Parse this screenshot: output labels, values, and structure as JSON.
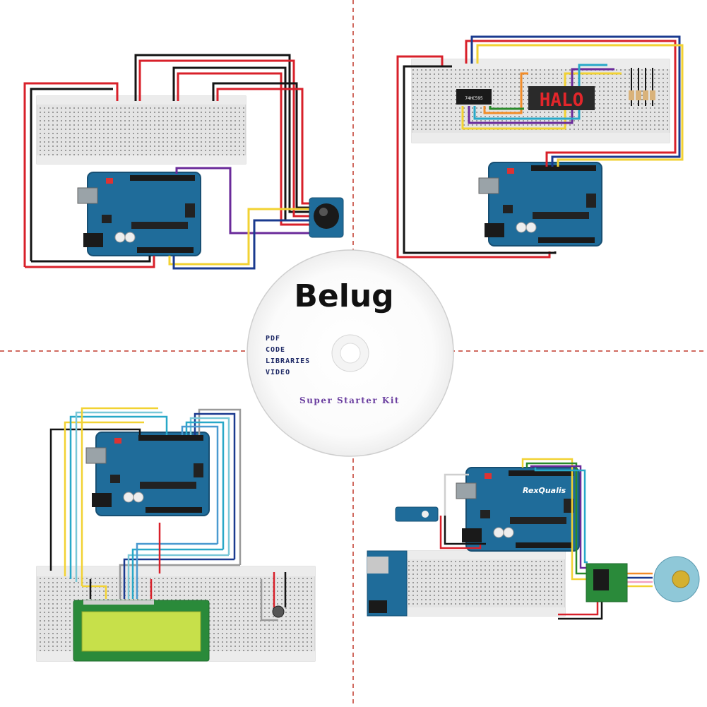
{
  "disc": {
    "brand": "Belug",
    "contents": [
      "PDF",
      "CODE",
      "LIBRARIES",
      "VIDEO"
    ],
    "kit_name": "Super Starter Kit"
  },
  "panels": {
    "top_right": {
      "display_text": "HALO",
      "chip_label": "74HC595"
    },
    "bottom_right": {
      "board_logo": "RexQualis"
    }
  },
  "colors": {
    "board": "#1f6c9a",
    "board_dark": "#174f73",
    "wire_red": "#d8202a",
    "wire_black": "#141414",
    "wire_yellow": "#f2d233",
    "wire_blue": "#1a3a8f",
    "wire_purple": "#6a2a9a",
    "lcd": "#c7e04a",
    "divider": "#c0392b"
  }
}
